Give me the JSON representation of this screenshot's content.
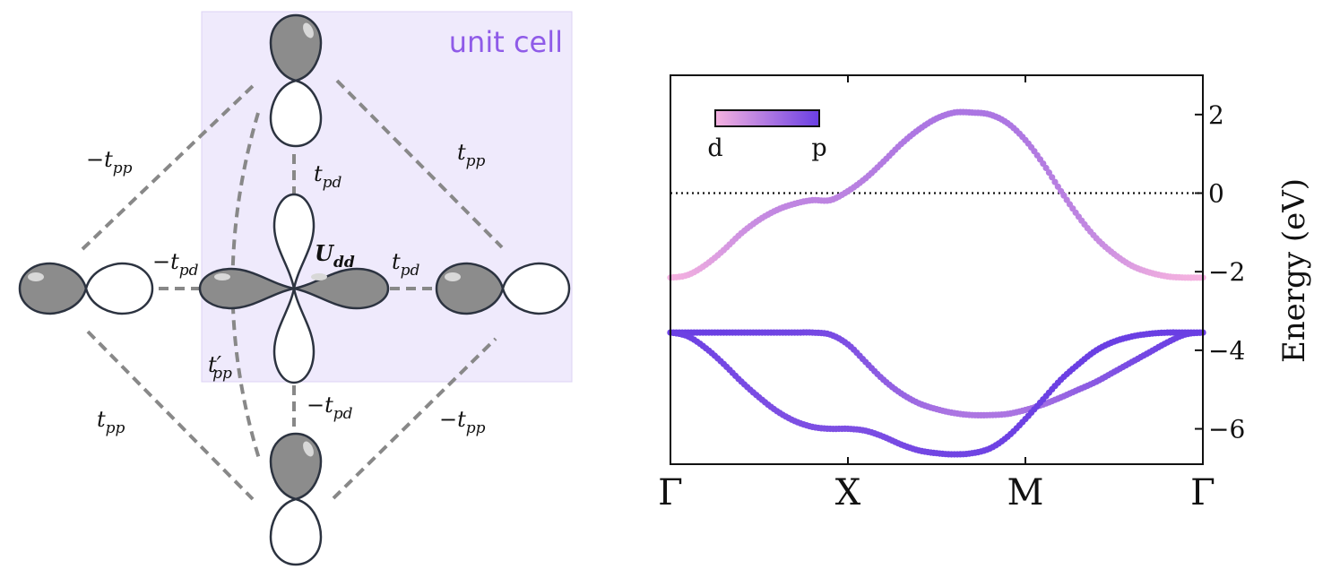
{
  "diagram": {
    "unit_cell_label": "unit cell",
    "hoppings": {
      "neg_tpp_upper_left": "−t",
      "tpp_upper_right": "t",
      "tpd_upper": "t",
      "neg_tpd_left": "−t",
      "tpd_right": "t",
      "tpp_prime": "t′",
      "neg_tpd_lower": "−t",
      "tpp_lower_left": "t",
      "neg_tpp_lower_right": "−t",
      "udd": "U"
    },
    "subscripts": {
      "pp": "pp",
      "pd": "pd",
      "dd": "dd"
    },
    "colors": {
      "cell_fill": "#efeafc",
      "orbital_filled": "#8c8c8c",
      "orbital_edge": "#2c3340",
      "bond": "#888888",
      "unit_cell_text": "#8f5be8"
    }
  },
  "chart_data": {
    "type": "line",
    "xlabel": "",
    "ylabel": "Energy (eV)",
    "ylim": [
      -6.9,
      3.0
    ],
    "yticks": [
      2,
      0,
      -2,
      -4,
      -6
    ],
    "ytick_labels": [
      "2",
      "0",
      "−2",
      "−4",
      "−6"
    ],
    "k_labels": [
      "Γ",
      "X",
      "M",
      "Γ"
    ],
    "fermi_level": 0,
    "colorbar": {
      "left_label": "d",
      "right_label": "p",
      "color_d": "#f5b2e0",
      "color_p": "#6a3fe3"
    },
    "x": [
      0.0,
      0.5,
      1.0,
      1.5,
      2.0,
      2.5,
      3.0,
      3.5,
      4.0,
      4.5,
      5.0,
      5.5,
      6.0,
      6.5,
      7.0,
      7.5,
      8.0,
      8.5,
      9.0,
      9.5,
      10.0,
      10.5,
      11.0,
      11.5,
      12.0,
      12.5,
      13.0,
      13.5,
      14.0,
      14.5,
      15.0
    ],
    "series": [
      {
        "values": [
          -2.15,
          -2.08,
          -1.82,
          -1.45,
          -1.02,
          -0.68,
          -0.43,
          -0.27,
          -0.18,
          -0.18,
          0.05,
          0.38,
          0.8,
          1.25,
          1.62,
          1.9,
          2.05,
          2.05,
          2.0,
          1.78,
          1.35,
          0.75,
          0.05,
          -0.6,
          -1.15,
          -1.55,
          -1.85,
          -2.02,
          -2.12,
          -2.15,
          -2.15
        ],
        "p_weight": [
          0.0,
          0.05,
          0.12,
          0.2,
          0.28,
          0.33,
          0.37,
          0.39,
          0.4,
          0.4,
          0.42,
          0.45,
          0.48,
          0.5,
          0.52,
          0.53,
          0.53,
          0.53,
          0.53,
          0.52,
          0.5,
          0.47,
          0.44,
          0.4,
          0.34,
          0.26,
          0.18,
          0.11,
          0.06,
          0.02,
          0.0
        ]
      },
      {
        "values": [
          -3.55,
          -3.55,
          -3.55,
          -3.55,
          -3.55,
          -3.55,
          -3.55,
          -3.55,
          -3.55,
          -3.6,
          -3.85,
          -4.3,
          -4.75,
          -5.1,
          -5.35,
          -5.5,
          -5.6,
          -5.65,
          -5.65,
          -5.62,
          -5.52,
          -5.38,
          -5.2,
          -5.0,
          -4.8,
          -4.55,
          -4.3,
          -4.05,
          -3.8,
          -3.6,
          -3.55
        ],
        "p_weight": [
          1.0,
          1.0,
          1.0,
          1.0,
          0.98,
          0.97,
          0.96,
          0.95,
          0.92,
          0.9,
          0.86,
          0.8,
          0.74,
          0.68,
          0.62,
          0.57,
          0.53,
          0.52,
          0.52,
          0.53,
          0.56,
          0.6,
          0.66,
          0.72,
          0.78,
          0.84,
          0.9,
          0.94,
          0.97,
          0.99,
          1.0
        ]
      },
      {
        "values": [
          -3.55,
          -3.65,
          -3.95,
          -4.35,
          -4.8,
          -5.2,
          -5.55,
          -5.8,
          -5.95,
          -6.0,
          -6.0,
          -6.05,
          -6.2,
          -6.4,
          -6.55,
          -6.62,
          -6.65,
          -6.62,
          -6.5,
          -6.2,
          -5.75,
          -5.25,
          -4.75,
          -4.35,
          -4.0,
          -3.78,
          -3.65,
          -3.58,
          -3.55,
          -3.55,
          -3.55
        ],
        "p_weight": [
          1.0,
          0.98,
          0.95,
          0.92,
          0.9,
          0.88,
          0.87,
          0.86,
          0.86,
          0.86,
          0.86,
          0.87,
          0.89,
          0.91,
          0.93,
          0.95,
          0.96,
          0.96,
          0.97,
          0.98,
          0.98,
          0.99,
          0.99,
          1.0,
          1.0,
          1.0,
          1.0,
          1.0,
          1.0,
          1.0,
          1.0
        ]
      }
    ]
  }
}
